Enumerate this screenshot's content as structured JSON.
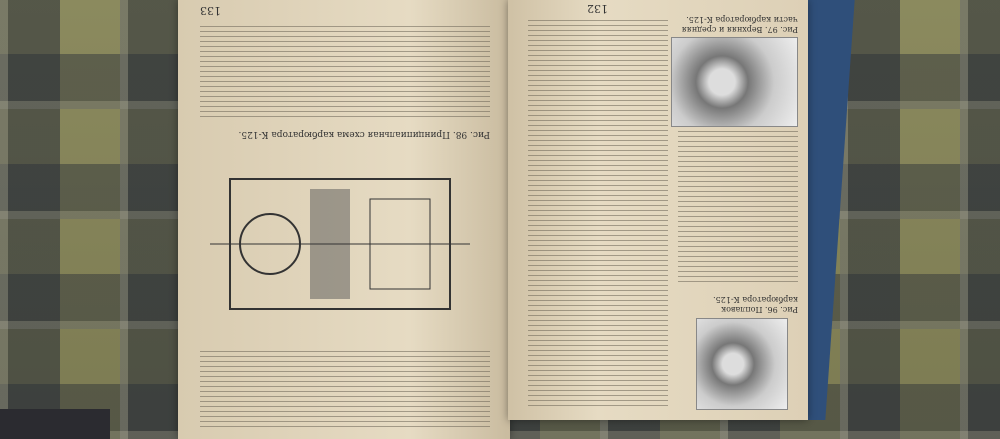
{
  "scene": {
    "description_colors": {
      "cloth": "#7c7b52",
      "page": "#e2d6bd",
      "book_cover": "#2f4f7a"
    }
  },
  "left_page": {
    "page_number": "133",
    "figure_caption": "Рис. 98. Принципиальная схема карбюратора К-125."
  },
  "right_page": {
    "page_number": "132",
    "figure_caption": "Рис. 97. Верхняя и средняя части карбюратора К-125.",
    "bottom_caption": "Рис. 96. Поплавок карбюратора К-125."
  }
}
